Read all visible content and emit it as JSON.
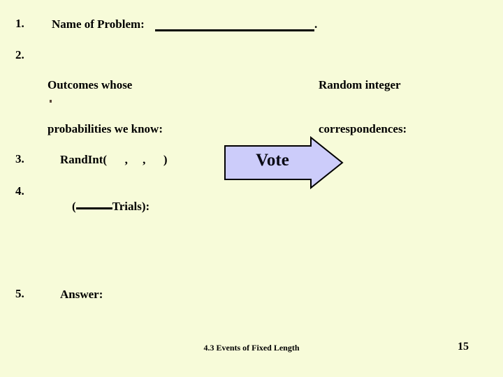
{
  "slide": {
    "background_color": "#F7FBD9",
    "text_color": "#000000"
  },
  "items": [
    {
      "number": "1.",
      "label": "Name of Problem:",
      "blank": "____________________",
      "trailing": "."
    },
    {
      "number": "2.",
      "left_label_line1": "Outcomes whose",
      "left_label_line2": "probabilities we know:",
      "right_label_line1": "Random integer",
      "right_label_line2": "correspondences:"
    },
    {
      "number": "3.",
      "text": "RandInt(      ,     ,      )"
    },
    {
      "number": "4.",
      "prefix": "(",
      "blank": "______",
      "suffix": "Trials):"
    },
    {
      "number": "5.",
      "text": "Answer:"
    }
  ],
  "callout": {
    "label": "Vote",
    "shape": "right-arrow",
    "fill_color": "#CCCCFA",
    "outline_color": "#000000"
  },
  "footer": {
    "text": "4.3  Events of Fixed Length",
    "page_number": "15"
  }
}
